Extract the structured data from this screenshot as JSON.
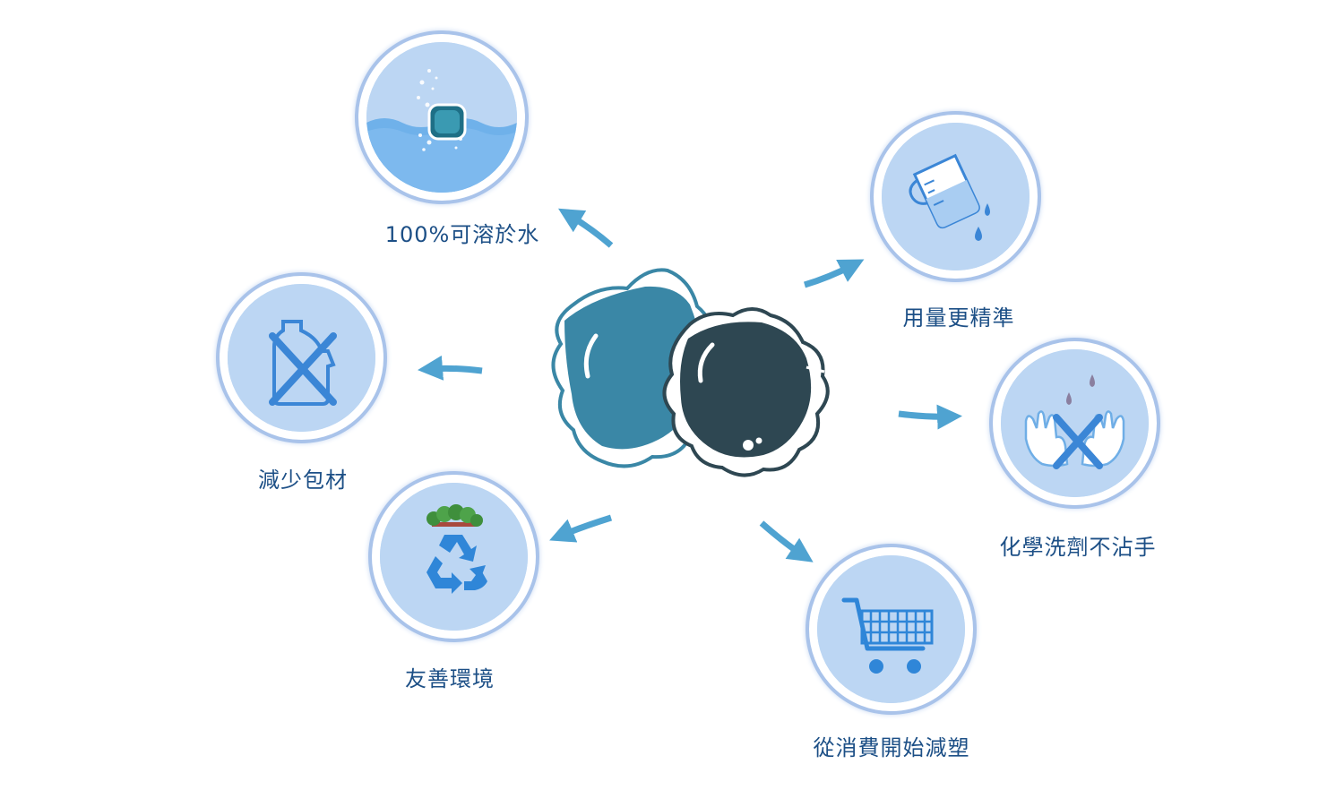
{
  "features": {
    "dissolve": {
      "label": "100%可溶於水",
      "icon": "water-dissolve-icon"
    },
    "dosage": {
      "label": "用量更精準",
      "icon": "measuring-cup-icon"
    },
    "packaging": {
      "label": "減少包材",
      "icon": "no-bottle-icon"
    },
    "hands": {
      "label": "化學洗劑不沾手",
      "icon": "clean-hands-icon"
    },
    "eco": {
      "label": "友善環境",
      "icon": "recycle-icon"
    },
    "plastic": {
      "label": "從消費開始減塑",
      "icon": "shopping-cart-icon"
    }
  },
  "colors": {
    "circle_fill": "#b9d5f2",
    "circle_ring": "#a9c3ea",
    "label_text": "#1c4f86",
    "arrow": "#4fa3d1",
    "pod_blue": "#3a87a6",
    "pod_dark": "#2e4752",
    "icon_blue": "#2f86d8"
  }
}
